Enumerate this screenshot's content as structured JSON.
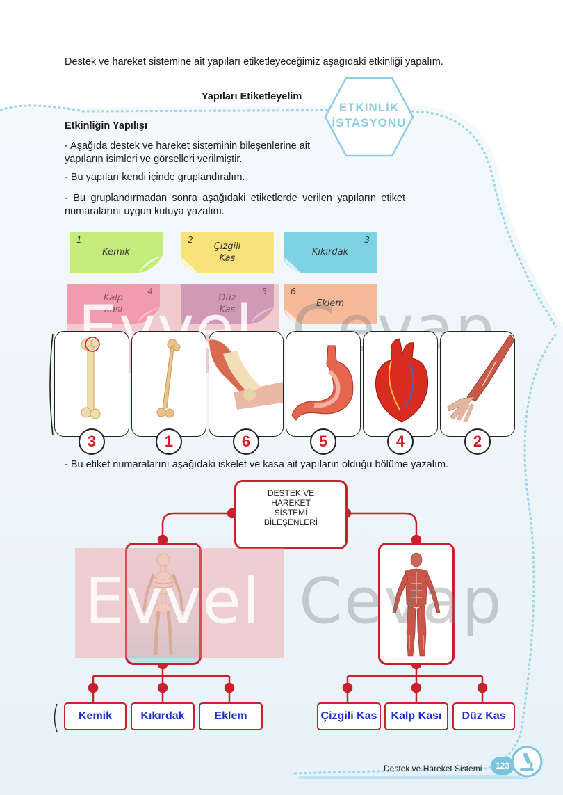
{
  "intro": "Destek ve hareket sistemine ait yapıları etiketleyeceğimiz aşağıdaki etkinliği yapalım.",
  "activity_title": "Yapıları Etiketleyelim",
  "badge": {
    "line1": "ETKİNLİK",
    "line2": "İSTASYONU",
    "color": "#8ecbe6"
  },
  "how_heading": "Etkinliğin Yapılışı",
  "steps": [
    "- Aşağıda destek ve hareket sisteminin bileşenlerine ait yapıların isimleri ve görselleri verilmiştir.",
    "- Bu yapıları kendi içinde gruplandıralım.",
    "- Bu gruplandırmadan sonra aşağıdaki etiketlerde verilen yapıların etiket numaralarını uygun kutuya yazalım."
  ],
  "notes": [
    {
      "num": "1",
      "l1": "Kemik",
      "l2": "",
      "color": "#c4ec7c"
    },
    {
      "num": "2",
      "l1": "Çizgili",
      "l2": "Kas",
      "color": "#f8e27a"
    },
    {
      "num": "3",
      "l1": "Kıkırdak",
      "l2": "",
      "color": "#7fd1e4"
    },
    {
      "num": "4",
      "l1": "Kalp",
      "l2": "Kası",
      "color": "#f3a6c6"
    },
    {
      "num": "5",
      "l1": "Düz",
      "l2": "Kas",
      "color": "#bba2d8"
    },
    {
      "num": "6",
      "l1": "Eklem",
      "l2": "",
      "color": "#f6b99a"
    }
  ],
  "cards": [
    {
      "icon": "cartilage-bone-icon",
      "answer": "3"
    },
    {
      "icon": "bone-icon",
      "answer": "1"
    },
    {
      "icon": "elbow-joint-icon",
      "answer": "6"
    },
    {
      "icon": "stomach-icon",
      "answer": "5"
    },
    {
      "icon": "heart-icon",
      "answer": "4"
    },
    {
      "icon": "arm-muscle-icon",
      "answer": "2"
    }
  ],
  "instruction2": "- Bu etiket numaralarını aşağıdaki iskelet ve kasa ait yapıların olduğu bölüme yazalım.",
  "tree": {
    "root": [
      "DESTEK VE",
      "HAREKET",
      "SİSTEMİ",
      "BİLEŞENLERİ"
    ],
    "left": [
      "Kemik",
      "Kıkırdak",
      "Eklem"
    ],
    "right": [
      "Çizgili Kas",
      "Kalp Kası",
      "Düz Kas"
    ]
  },
  "watermark": {
    "left": "Evvel",
    "right": "Cevap"
  },
  "footer": {
    "text": "Destek ve Hareket Sistemi",
    "page": "123"
  },
  "colors": {
    "accent": "#c8202c",
    "label_text": "#1a2fd0",
    "frame": "#9fd4ea"
  }
}
